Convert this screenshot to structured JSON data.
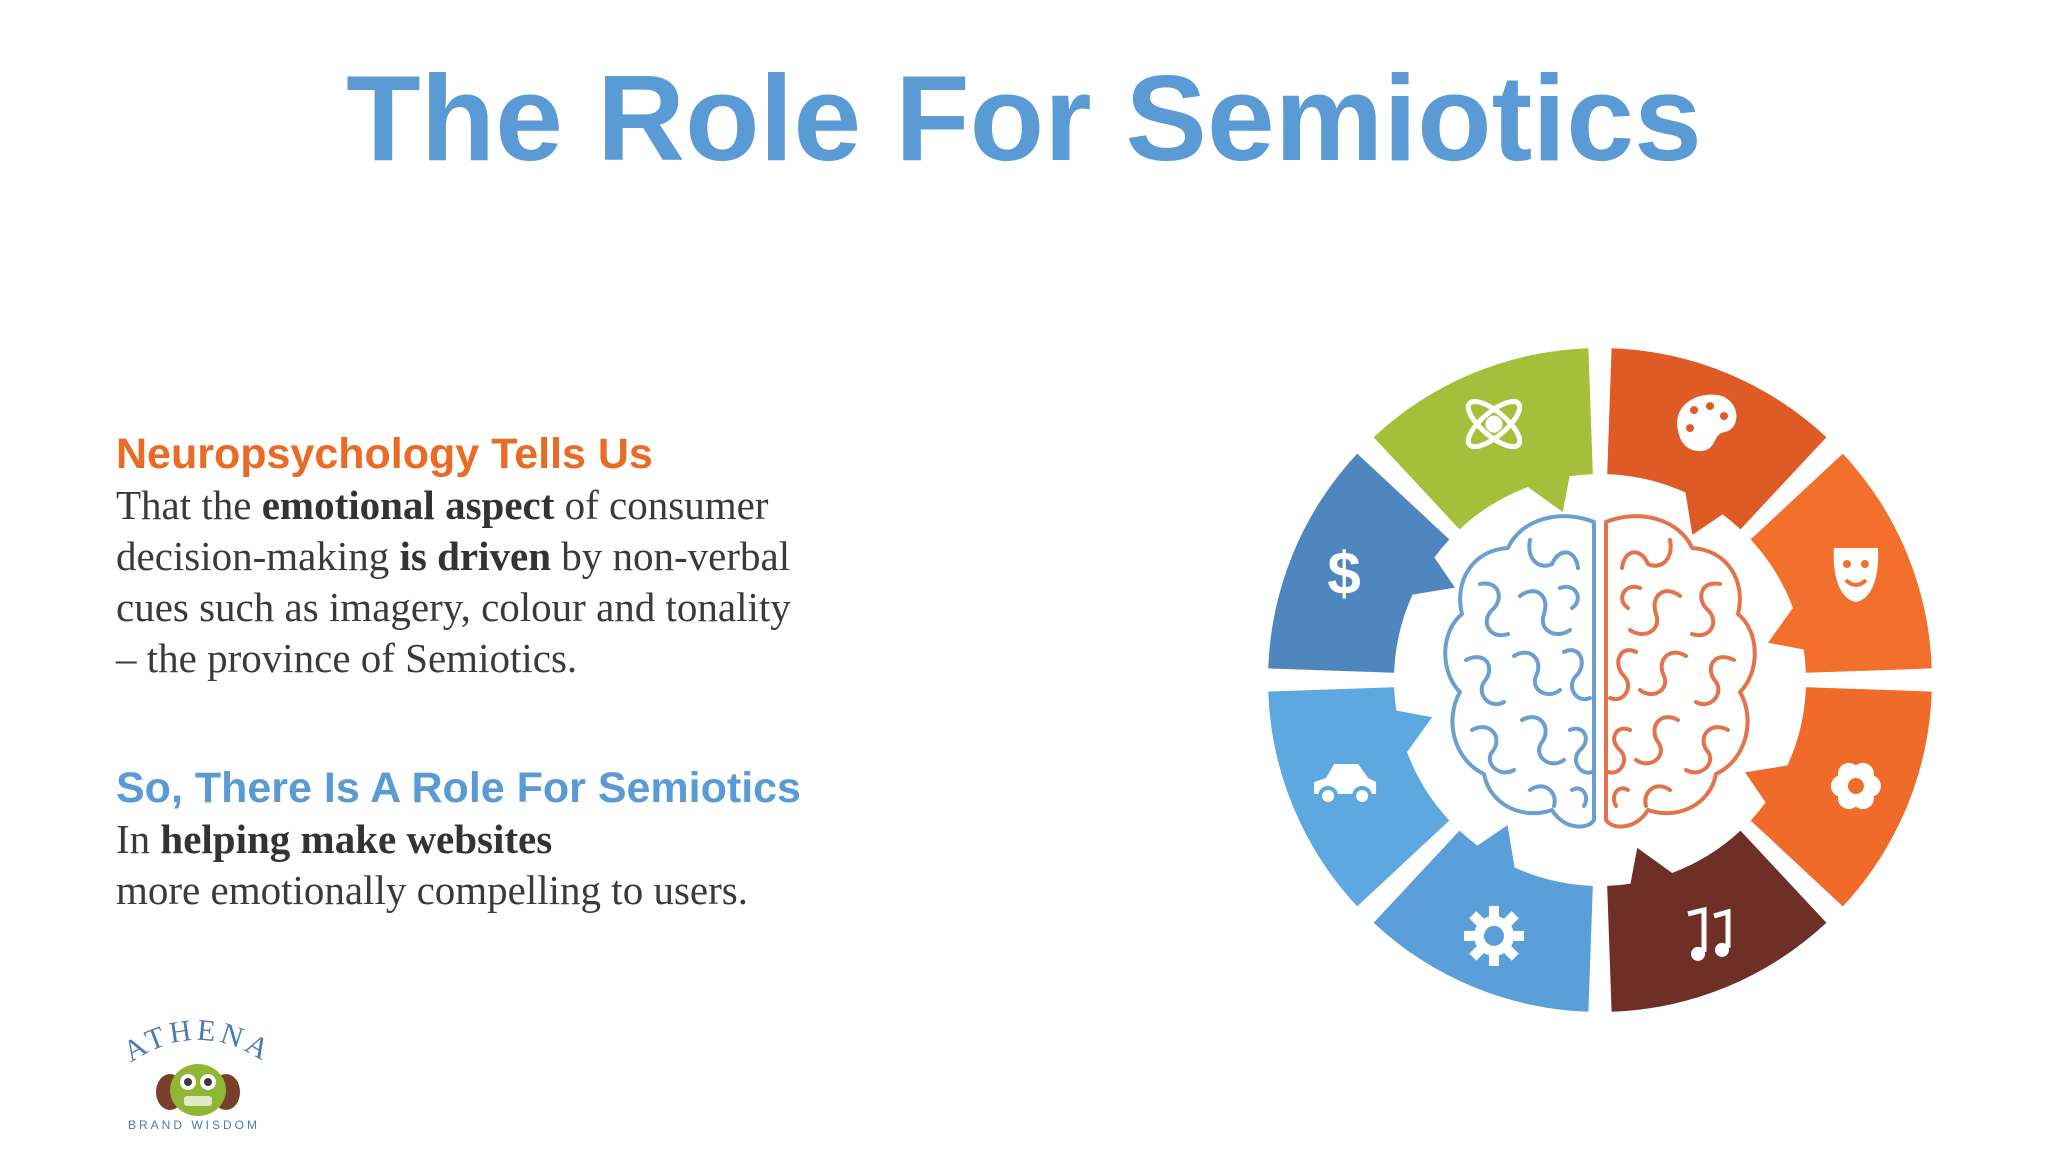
{
  "slide": {
    "title": "The Role For Semiotics",
    "colors": {
      "title": "#5b9bd5",
      "heading_orange": "#ea6b25",
      "heading_blue": "#5b9bd5",
      "body": "#3a3a3a"
    }
  },
  "block1": {
    "heading": "Neuropsychology Tells Us",
    "line1": [
      "That the ",
      "emotional aspect",
      " of consumer"
    ],
    "line2": [
      "decision-making ",
      "is driven",
      " by non-verbal"
    ],
    "line3": "cues such as imagery, colour and tonality",
    "line4": "– the province of Semiotics."
  },
  "block2": {
    "heading": "So, There Is A Role For Semiotics",
    "line1": [
      "In ",
      "helping make websites"
    ],
    "line2": "more emotionally compelling to users."
  },
  "wheel": {
    "segments": [
      {
        "icon": "atom-icon",
        "color": "#a6bf3a"
      },
      {
        "icon": "palette-icon",
        "color": "#df5b26"
      },
      {
        "icon": "mask-icon",
        "color": "#f26f2c"
      },
      {
        "icon": "flower-icon",
        "color": "#f06a2a"
      },
      {
        "icon": "music-notes-icon",
        "color": "#6e2f26"
      },
      {
        "icon": "gear-icon",
        "color": "#5a9fd9"
      },
      {
        "icon": "car-icon",
        "color": "#5ea8e2"
      },
      {
        "icon": "dollar-icon",
        "color": "#4f86bd"
      }
    ],
    "brain_colors": {
      "left": "#6a9fd0",
      "right": "#e2734a"
    }
  },
  "logo": {
    "wordmark": "ATHENA",
    "tagline": "BRAND WISDOM",
    "colors": {
      "text": "#4a7bb3",
      "owl": "#8fb735",
      "wing": "#7a3f2a"
    }
  }
}
